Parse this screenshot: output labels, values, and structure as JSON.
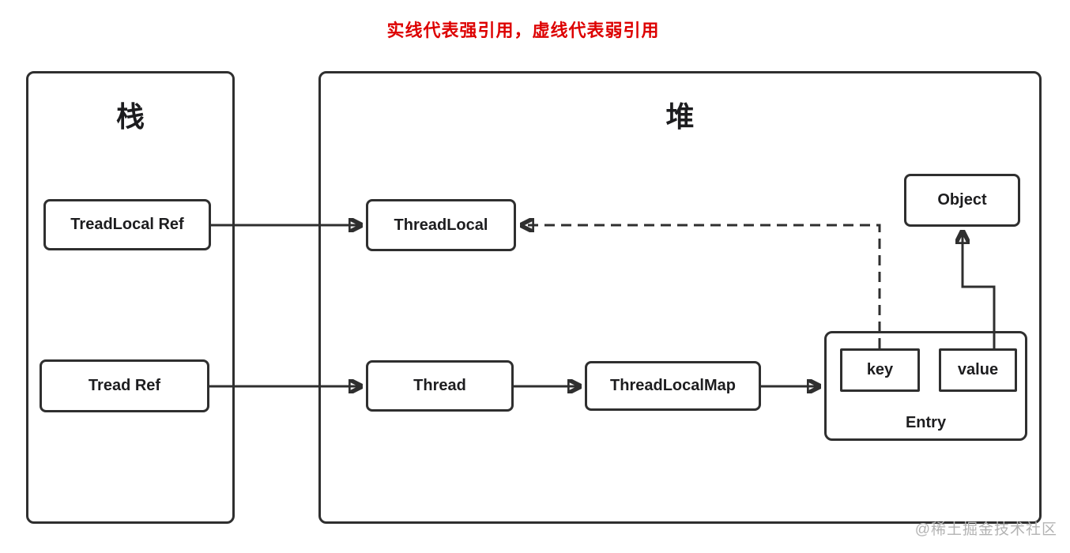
{
  "legend": {
    "text": "实线代表强引用，虚线代表弱引用",
    "meaning": {
      "solid": "强引用",
      "dashed": "弱引用"
    }
  },
  "regions": {
    "stack": {
      "title": "栈"
    },
    "heap": {
      "title": "堆"
    }
  },
  "nodes": {
    "treadlocal_ref": "TreadLocal Ref",
    "tread_ref": "Tread Ref",
    "threadlocal": "ThreadLocal",
    "thread": "Thread",
    "threadlocalmap": "ThreadLocalMap",
    "entry": "Entry",
    "key": "key",
    "value": "value",
    "object": "Object"
  },
  "edges": [
    {
      "from": "TreadLocal Ref",
      "to": "ThreadLocal",
      "style": "solid"
    },
    {
      "from": "Tread Ref",
      "to": "Thread",
      "style": "solid"
    },
    {
      "from": "Thread",
      "to": "ThreadLocalMap",
      "style": "solid"
    },
    {
      "from": "ThreadLocalMap",
      "to": "Entry",
      "style": "solid"
    },
    {
      "from": "key",
      "to": "ThreadLocal",
      "style": "dashed"
    },
    {
      "from": "value",
      "to": "Object",
      "style": "solid"
    }
  ],
  "colors": {
    "legend_red": "#dd0000",
    "line": "#2f2f2f",
    "text": "#1d1d1f",
    "watermark_gray": "#b3b3b3",
    "background": "#ffffff"
  },
  "watermark": {
    "text": "@稀土掘金技术社区"
  }
}
